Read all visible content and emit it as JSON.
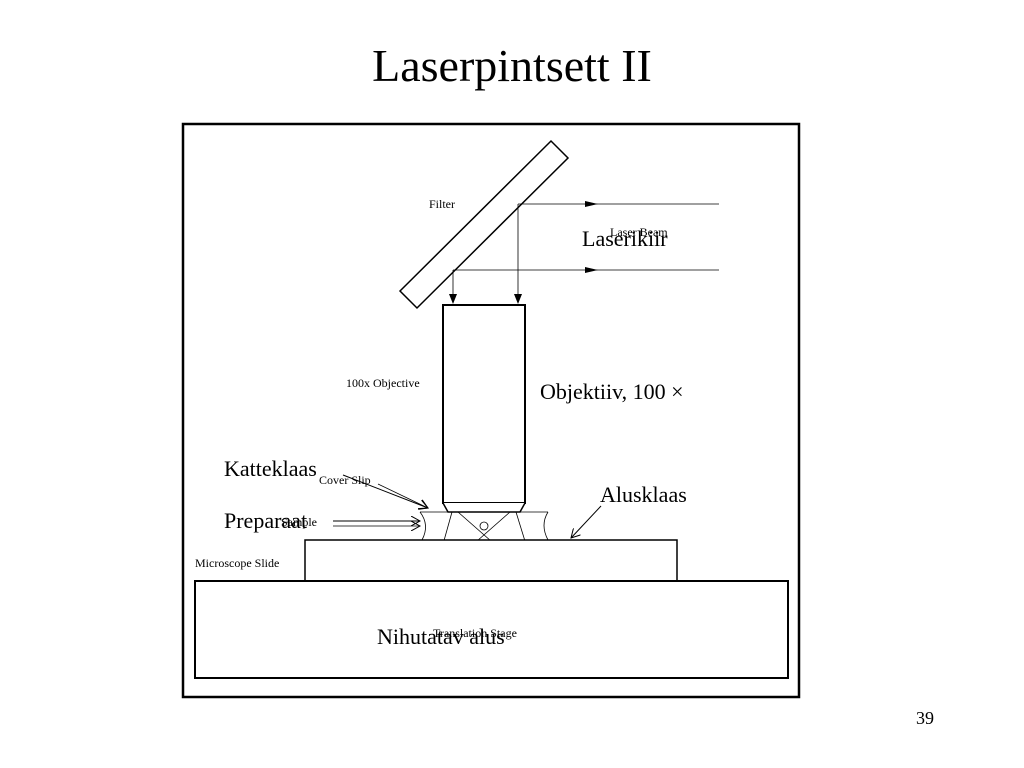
{
  "slide": {
    "title": "Laserpintsett II",
    "page_number": "39"
  },
  "diagram": {
    "original_labels": {
      "filter": "Filter",
      "laser_beam": "Laser Beam",
      "objective": "100x Objective",
      "cover_slip": "Cover Slip",
      "sample": "Sample",
      "microscope_slide": "Microscope Slide",
      "translation_stage": "Translation Stage"
    },
    "overlay_labels": {
      "laser_beam": "Laserikiir",
      "objective": "Objektiiv, 100 ×",
      "cover_slip": "Katteklaas",
      "sample": "Preparaat",
      "microscope_slide": "Alusklaas",
      "translation_stage": "Nihutatav alus"
    }
  }
}
